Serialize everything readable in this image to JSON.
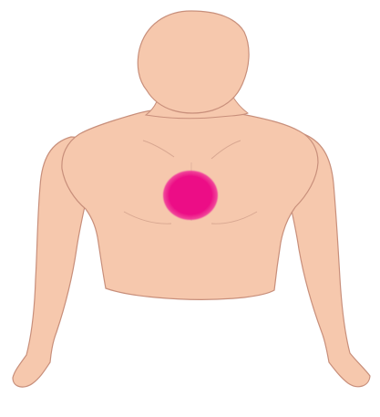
{
  "diagram": {
    "colors": {
      "background": "#ffffff",
      "skin": "#f6c8ad",
      "skin_outline": "#c88f7b",
      "skin_detail": "#d8a791",
      "pain_spot": "#ec0f86",
      "pain_spot_glow": "#f13a9a"
    },
    "parts": [
      "head",
      "neck",
      "torso",
      "left-arm",
      "right-arm",
      "chest-marker"
    ]
  }
}
